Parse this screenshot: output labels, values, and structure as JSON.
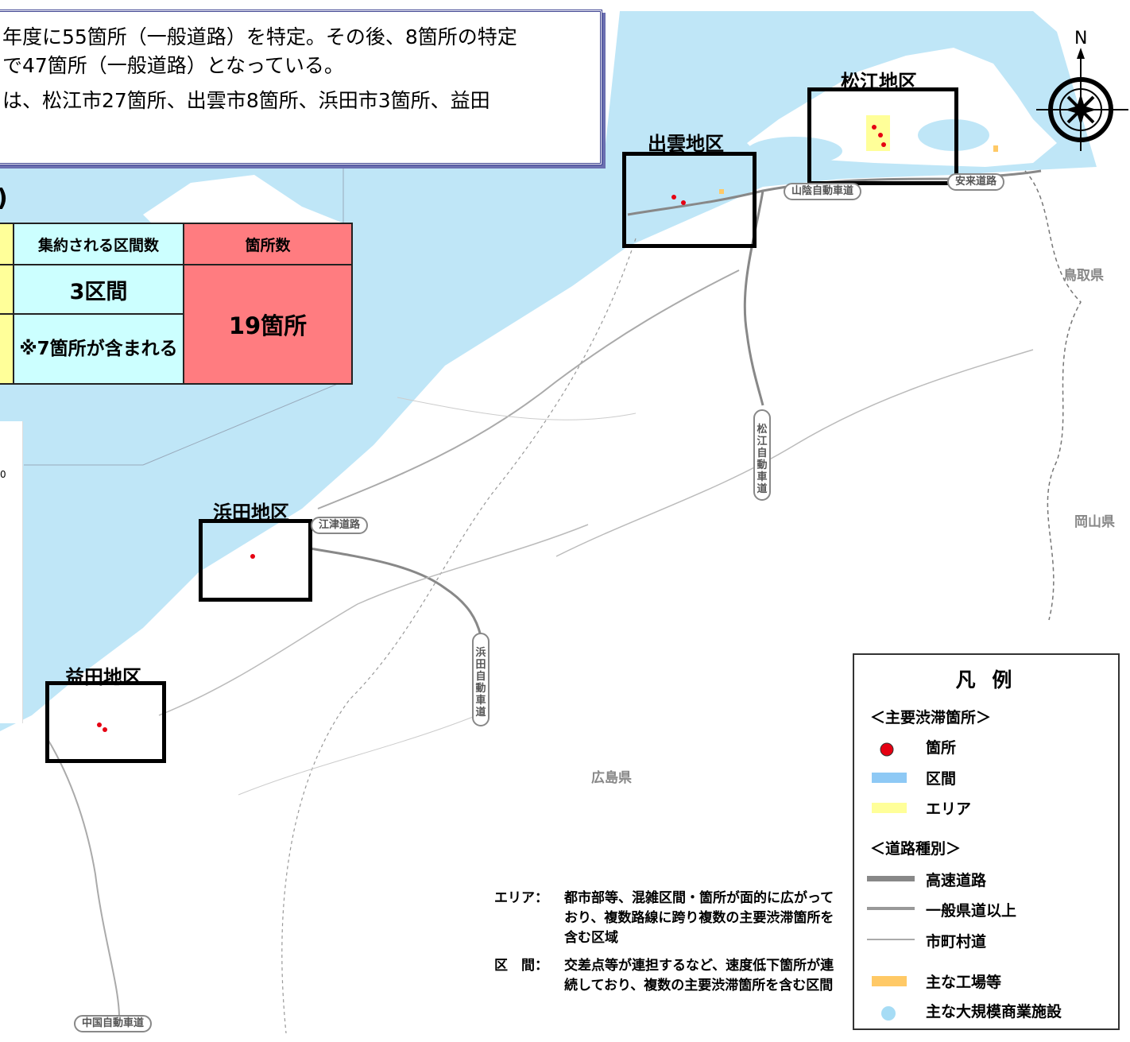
{
  "info_box": {
    "line1": "年度に55箇所（一般道路）を特定。その後、8箇所の特定",
    "line2": "で47箇所（一般道路）となっている。",
    "line3": "は、松江市27箇所、出雲市8箇所、浜田市3箇所、益田"
  },
  "table_fragment": ")",
  "table": {
    "header_sections": "集約される区間数",
    "header_count": "箇所数",
    "sections_value": "3区間",
    "sections_note": "※7箇所が含まれる",
    "count_value": "19箇所"
  },
  "side_zero": "0",
  "districts": {
    "matsue": "松江地区",
    "izumo": "出雲地区",
    "hamada": "浜田地区",
    "masuda": "益田地区"
  },
  "roads": {
    "sanin": "山陰自動車道",
    "yasugi": "安来道路",
    "gotsu": "江津道路",
    "matsue_exp": "松江自動車道",
    "hamada_exp": "浜田自動車道",
    "chugoku": "中国自動車道"
  },
  "prefectures": {
    "tottori": "鳥取県",
    "okayama": "岡山県",
    "hiroshima": "広島県"
  },
  "north_label": "N",
  "legend": {
    "title": "凡 例",
    "section_congestion": "＜主要渋滞箇所＞",
    "point": "箇所",
    "section": "区間",
    "area": "エリア",
    "section_roads": "＜道路種別＞",
    "expressway": "高速道路",
    "prefectural": "一般県道以上",
    "municipal": "市町村道",
    "factory": "主な工場等",
    "commercial": "主な大規模商業施設"
  },
  "colors": {
    "sea": "#bfe6f7",
    "land": "#ffffff",
    "point": "#e60012",
    "section": "#8ec9f5",
    "area": "#ffff99",
    "factory": "#ffc966",
    "commercial": "#a6dcf5",
    "table_yellow": "#ffff99",
    "table_cyan": "#ccffff",
    "table_red": "#ff7c80"
  },
  "notes": {
    "area_head": "エリア：",
    "area_body": "都市部等、混雑区間・箇所が面的に広がっており、複数路線に跨り複数の主要渋滞箇所を含む区域",
    "section_head": "区　間：",
    "section_body": "交差点等が連担するなど、速度低下箇所が連続しており、複数の主要渋滞箇所を含む区間"
  }
}
